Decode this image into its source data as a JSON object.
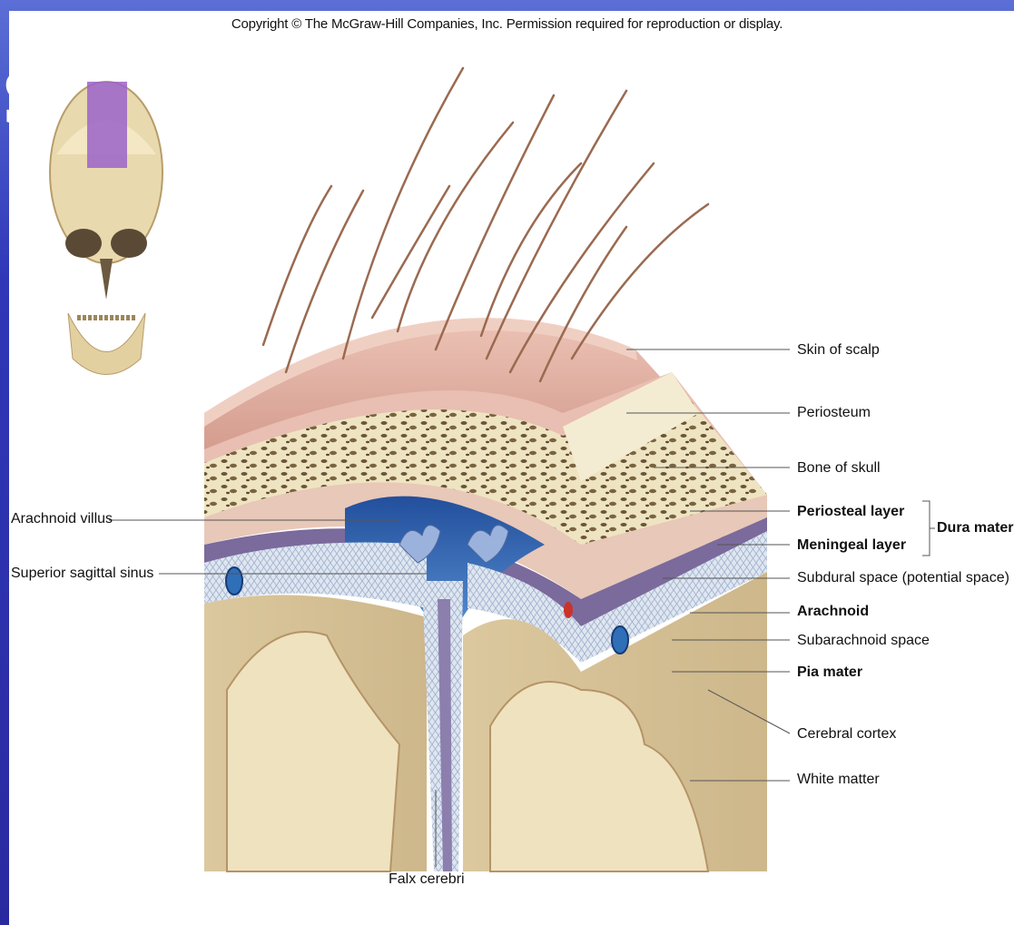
{
  "copyright": "Copyright © The McGraw-Hill Companies, Inc. Permission required for reproduction or display.",
  "slide_glyph": "S",
  "labels": {
    "skin_of_scalp": "Skin of scalp",
    "periosteum": "Periosteum",
    "bone_of_skull": "Bone of skull",
    "periosteal_layer": "Periosteal layer",
    "meningeal_layer": "Meningeal layer",
    "dura_mater": "Dura mater",
    "subdural_space": "Subdural space (potential space)",
    "arachnoid": "Arachnoid",
    "subarachnoid_space": "Subarachnoid space",
    "pia_mater": "Pia mater",
    "cerebral_cortex": "Cerebral cortex",
    "white_matter": "White matter",
    "arachnoid_villus": "Arachnoid villus",
    "superior_sagittal_sinus": "Superior sagittal sinus",
    "falx_cerebri": "Falx cerebri"
  },
  "colors": {
    "slide_blue": "#2f37b8",
    "scalp": "#d9a093",
    "bone": "#efe4c2",
    "dura": "#e8c8b8",
    "sinus": "#2f6fb8",
    "cortex": "#d8c49a",
    "white_matter": "#efe2bf",
    "arachnoid_web": "#b8c6dc"
  }
}
